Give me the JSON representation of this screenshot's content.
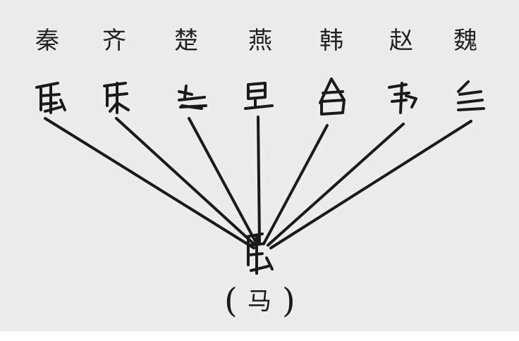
{
  "states": [
    "秦",
    "齐",
    "楚",
    "燕",
    "韩",
    "赵",
    "魏"
  ],
  "modern_character": "马",
  "colors": {
    "background": "#ececec",
    "ink": "#1a1a1a"
  }
}
